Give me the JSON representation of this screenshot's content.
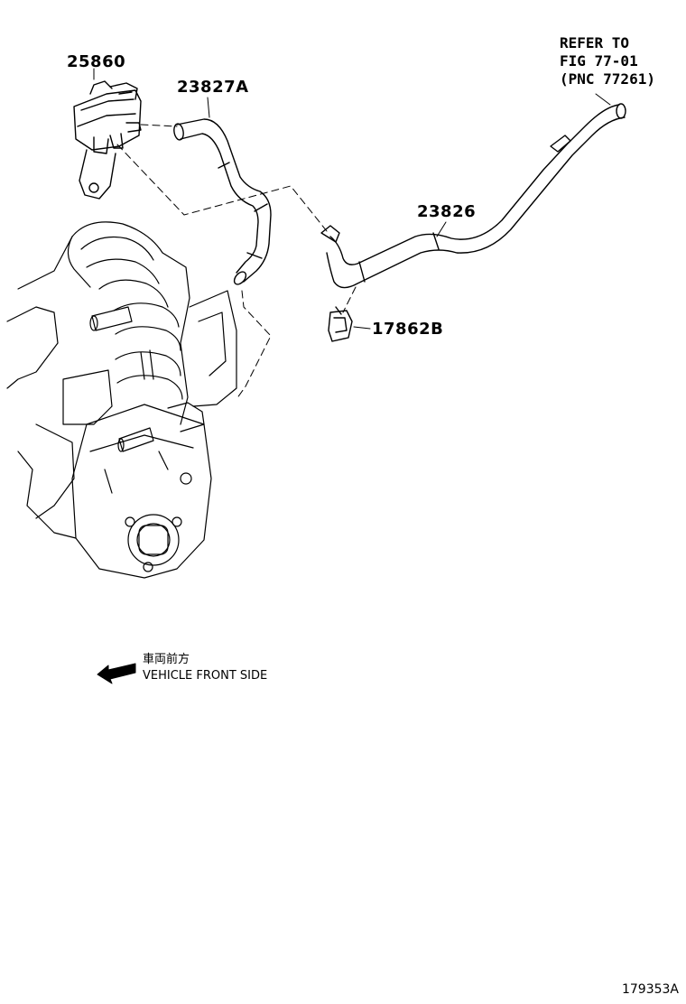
{
  "callouts": {
    "vsv": "25860",
    "hose_a": "23827A",
    "hose_main": "23826",
    "clamp": "17862B"
  },
  "reference": {
    "line1": "REFER TO",
    "line2": "FIG 77-01",
    "line3": "(PNC 77261)"
  },
  "direction": {
    "jp": "車両前方",
    "en": "VEHICLE FRONT SIDE"
  },
  "figure_id": "179353A"
}
